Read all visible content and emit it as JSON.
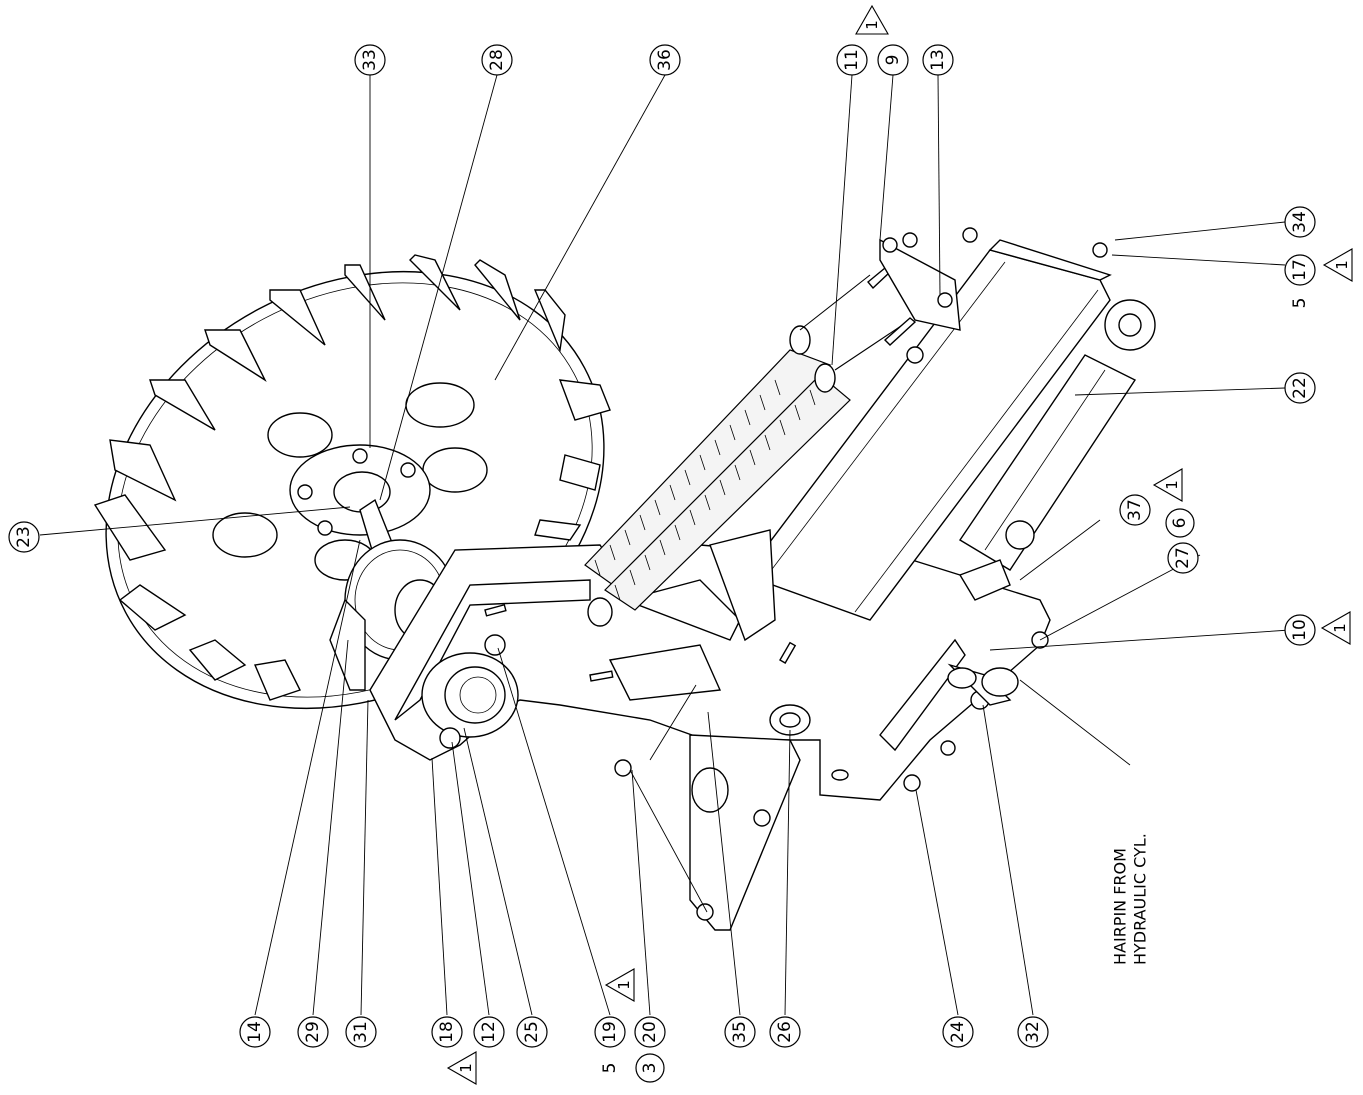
{
  "callouts": [
    {
      "id": "c33",
      "text": "33"
    },
    {
      "id": "c28",
      "text": "28"
    },
    {
      "id": "c36",
      "text": "36"
    },
    {
      "id": "c11",
      "text": "11"
    },
    {
      "id": "c9",
      "text": "9"
    },
    {
      "id": "c13",
      "text": "13"
    },
    {
      "id": "c34",
      "text": "34"
    },
    {
      "id": "c17",
      "text": "17"
    },
    {
      "id": "c5a",
      "text": "5"
    },
    {
      "id": "c22",
      "text": "22"
    },
    {
      "id": "c37",
      "text": "37"
    },
    {
      "id": "c6",
      "text": "6"
    },
    {
      "id": "c27",
      "text": "27"
    },
    {
      "id": "c10",
      "text": "10"
    },
    {
      "id": "c23",
      "text": "23"
    },
    {
      "id": "c14",
      "text": "14"
    },
    {
      "id": "c29",
      "text": "29"
    },
    {
      "id": "c31",
      "text": "31"
    },
    {
      "id": "c18",
      "text": "18"
    },
    {
      "id": "c12",
      "text": "12"
    },
    {
      "id": "c25",
      "text": "25"
    },
    {
      "id": "c19",
      "text": "19"
    },
    {
      "id": "c5b",
      "text": "5"
    },
    {
      "id": "c20",
      "text": "20"
    },
    {
      "id": "c3",
      "text": "3"
    },
    {
      "id": "c35",
      "text": "35"
    },
    {
      "id": "c26",
      "text": "26"
    },
    {
      "id": "c24",
      "text": "24"
    },
    {
      "id": "c32",
      "text": "32"
    }
  ],
  "revision_marks": [
    {
      "id": "r1",
      "text": "1"
    },
    {
      "id": "r2",
      "text": "1"
    },
    {
      "id": "r3",
      "text": "1"
    },
    {
      "id": "r4",
      "text": "1"
    },
    {
      "id": "r5",
      "text": "1"
    },
    {
      "id": "r6",
      "text": "1"
    }
  ],
  "note": {
    "line1": "HAIRPIN FROM",
    "line2": "HYDRAULIC CYL."
  }
}
